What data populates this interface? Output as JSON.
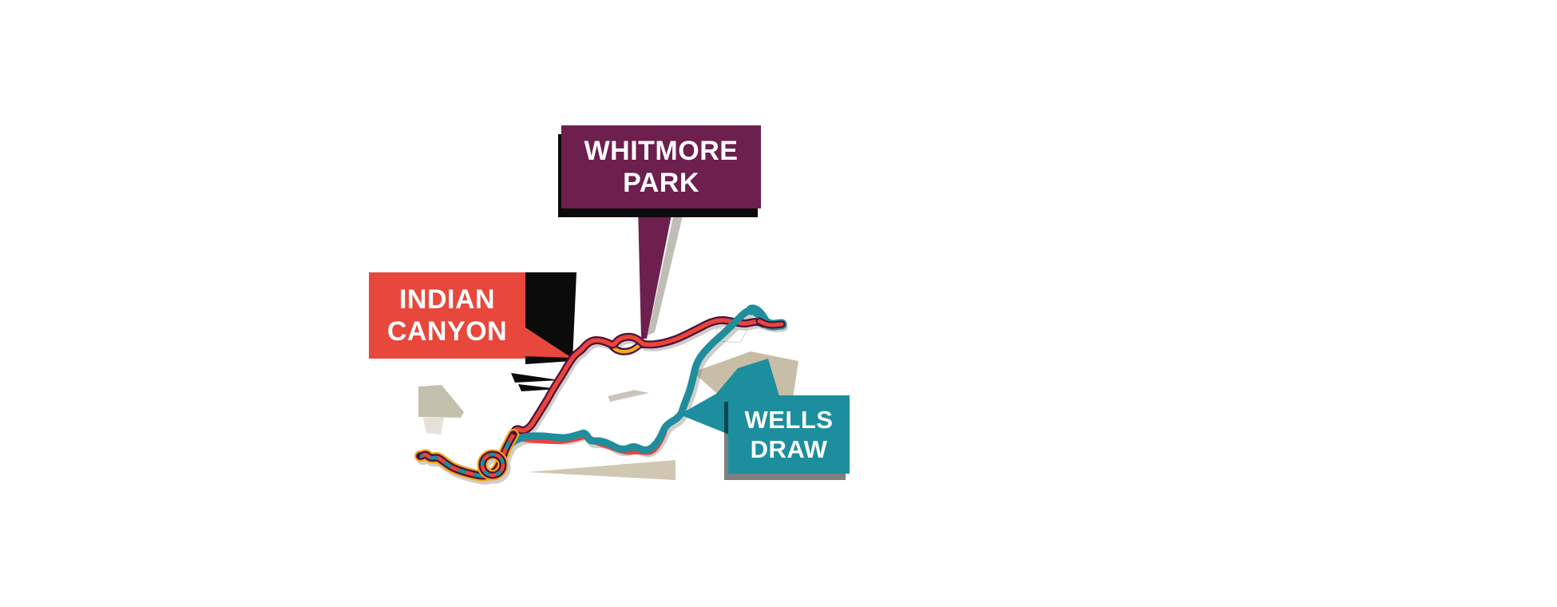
{
  "callouts": {
    "whitmore_park": {
      "line1": "WHITMORE",
      "line2": "PARK"
    },
    "indian_canyon": {
      "line1": "INDIAN",
      "line2": "CANYON"
    },
    "wells_draw": {
      "line1": "WELLS",
      "line2": "DRAW"
    }
  },
  "colors": {
    "whitmore_box": "#6d1f4e",
    "indian_box": "#e8473c",
    "wells_box": "#1d8e9e",
    "route_red": "#e8453c",
    "route_teal": "#1f8d9b",
    "route_casing": "#4d1038",
    "gravel_yellow": "#f3a81f",
    "shadow_black": "#0b0b0b",
    "terrain_beige": "#c2b79e",
    "terrain_olive": "#c2c1ae",
    "terrain_gray": "#c9c5bb",
    "terrain_tan": "#cdc4ae"
  }
}
